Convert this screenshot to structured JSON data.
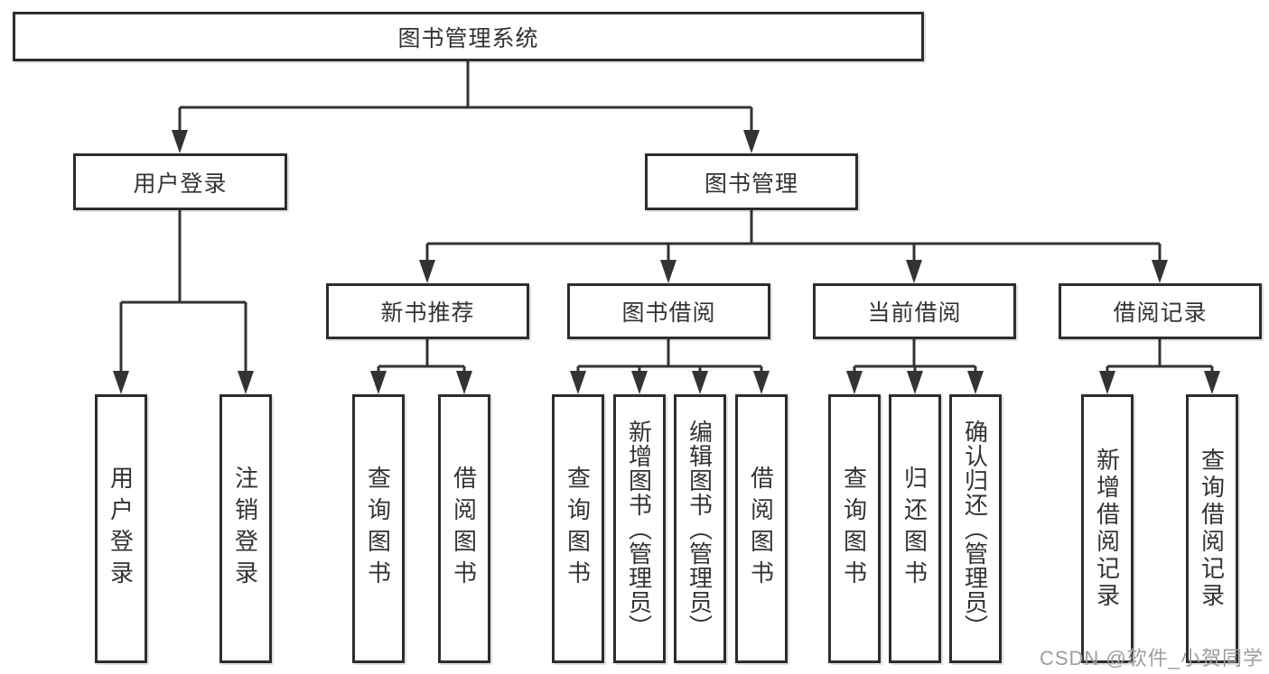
{
  "diagram": {
    "type": "tree",
    "root": {
      "label": "图书管理系统",
      "children": [
        {
          "label": "用户登录",
          "children": [
            {
              "label": "用户登录"
            },
            {
              "label": "注销登录"
            }
          ]
        },
        {
          "label": "图书管理",
          "children": [
            {
              "label": "新书推荐",
              "children": [
                {
                  "label": "查询图书"
                },
                {
                  "label": "借阅图书"
                }
              ]
            },
            {
              "label": "图书借阅",
              "children": [
                {
                  "label": "查询图书"
                },
                {
                  "label": "新增图书（管理员）"
                },
                {
                  "label": "编辑图书（管理员）"
                },
                {
                  "label": "借阅图书"
                }
              ]
            },
            {
              "label": "当前借阅",
              "children": [
                {
                  "label": "查询图书"
                },
                {
                  "label": "归还图书"
                },
                {
                  "label": "确认归还（管理员）"
                }
              ]
            },
            {
              "label": "借阅记录",
              "children": [
                {
                  "label": "新增借阅记录"
                },
                {
                  "label": "查询借阅记录"
                }
              ]
            }
          ]
        }
      ]
    },
    "colors": {
      "box_border": "#2d2d2d",
      "connector": "#333333",
      "label_text": "#333333",
      "background": "#ffffff",
      "watermark_text": "#9d9d9d"
    }
  },
  "watermark": {
    "text": "CSDN @软件_小贺同学"
  }
}
